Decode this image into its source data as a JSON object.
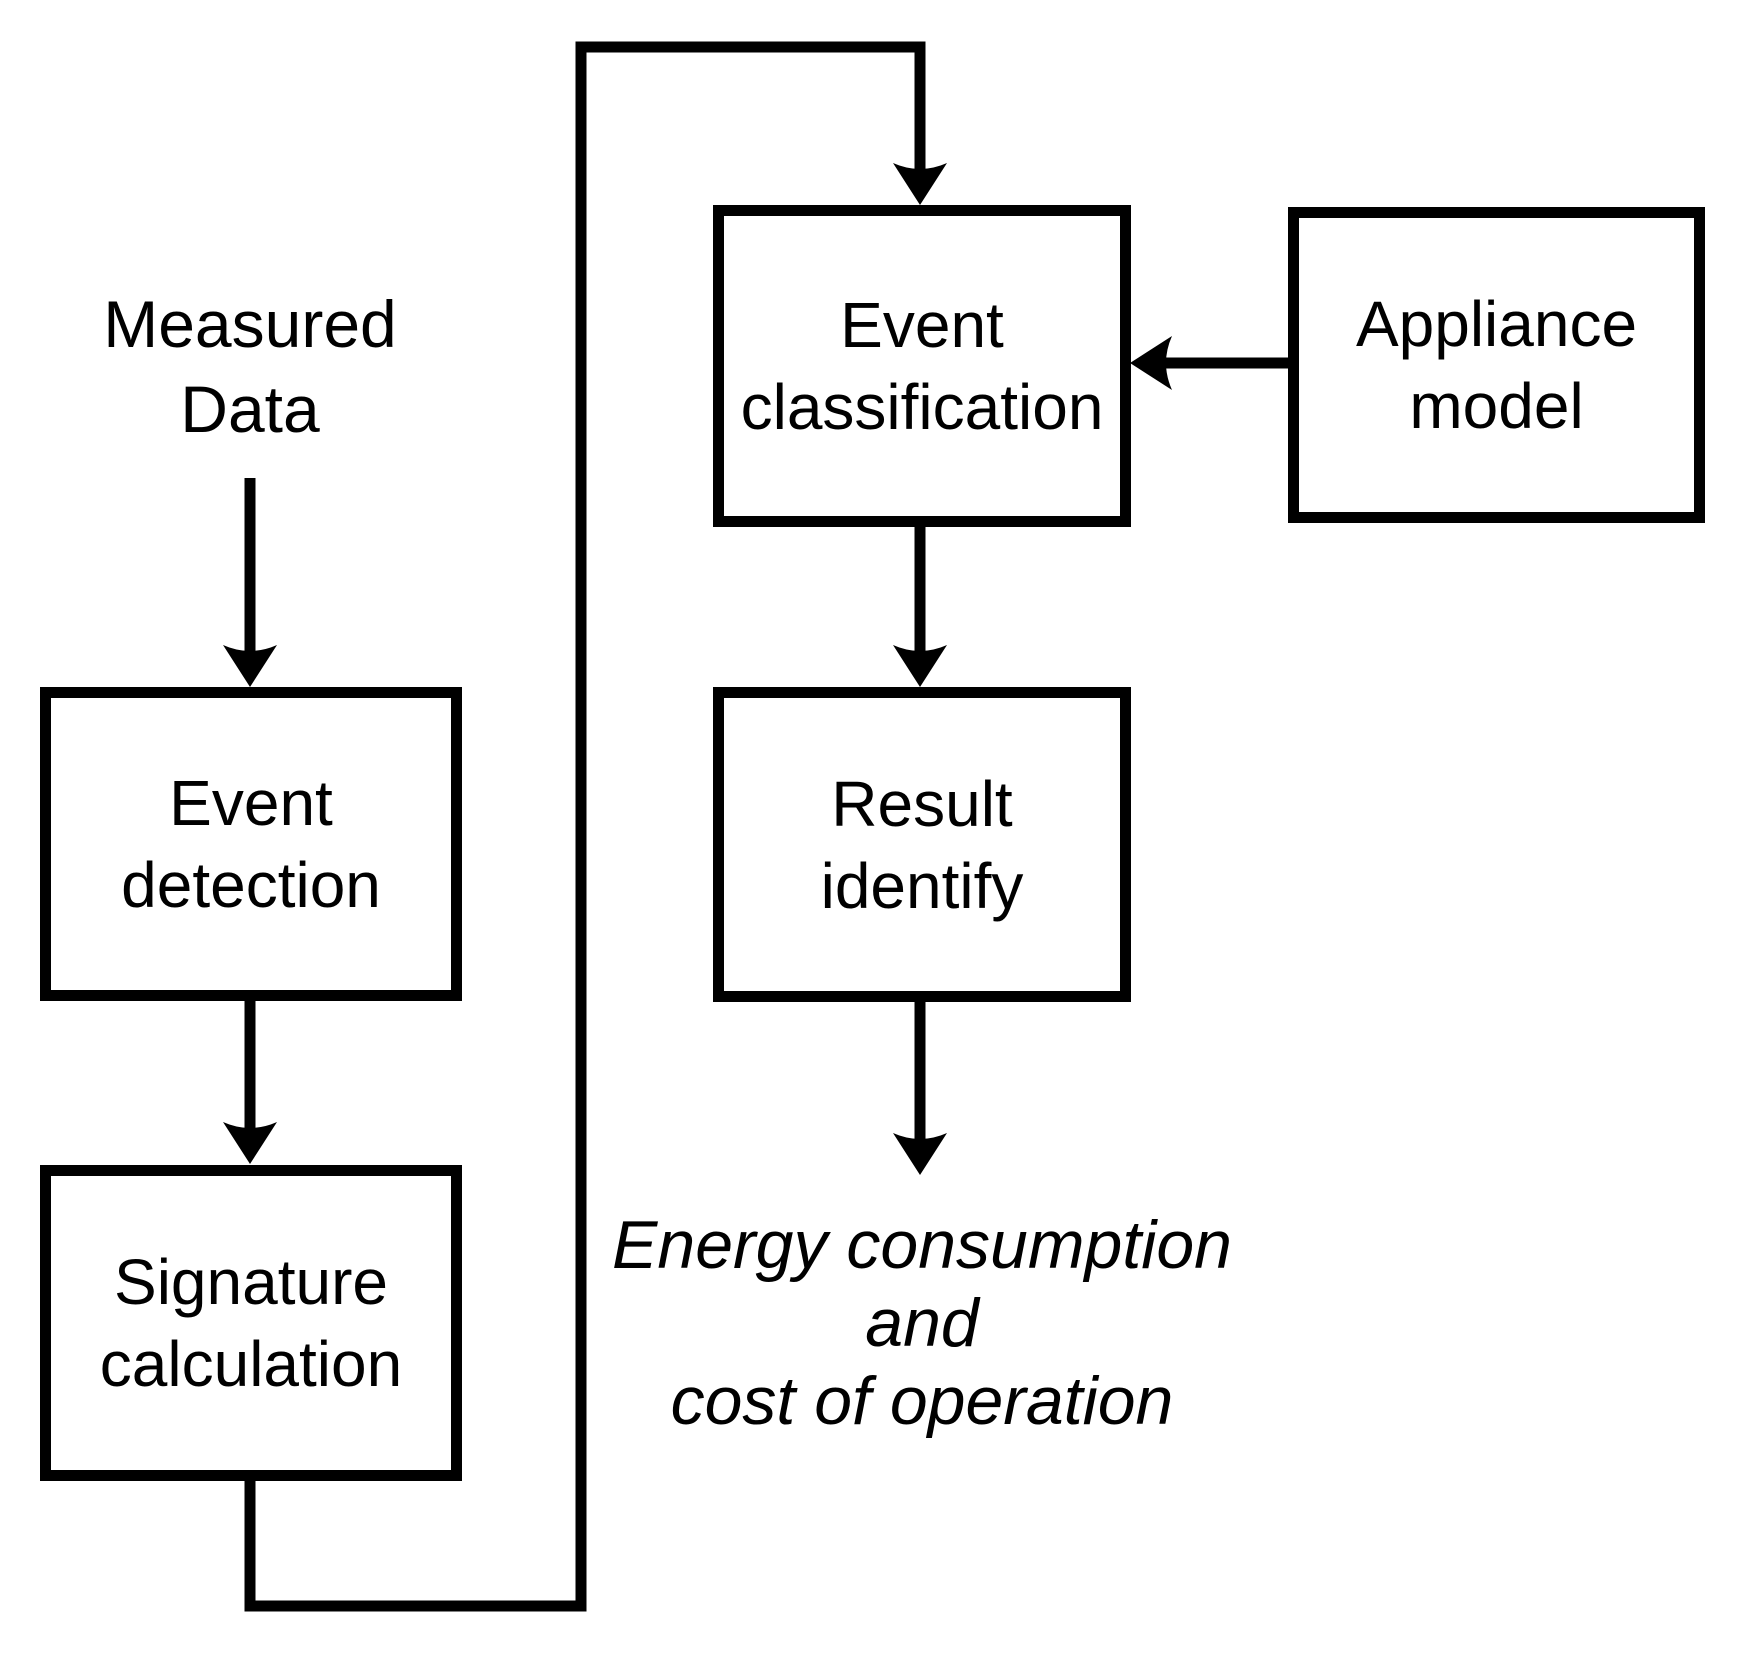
{
  "canvas": {
    "background_color": "#ffffff",
    "line_color": "#000000"
  },
  "nodes": {
    "event_detection": {
      "line1": "Event",
      "line2": "detection"
    },
    "signature_calculation": {
      "line1": "Signature",
      "line2": "calculation"
    },
    "event_classification": {
      "line1": "Event",
      "line2": "classification"
    },
    "result_identify": {
      "line1": "Result",
      "line2": "identify"
    },
    "appliance_model": {
      "line1": "Appliance",
      "line2": "model"
    }
  },
  "labels": {
    "measured_data": {
      "line1": "Measured",
      "line2": "Data"
    },
    "output": {
      "line1": "Energy consumption",
      "line2": "and",
      "line3": "cost of operation"
    }
  }
}
